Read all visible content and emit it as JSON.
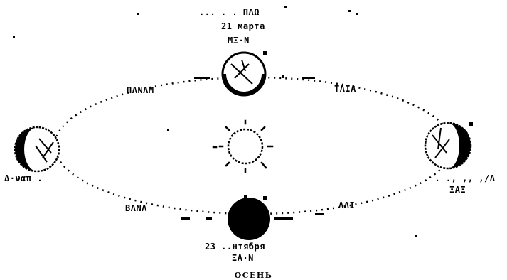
{
  "labels": {
    "top_line1": "... . . ΠΛΩ",
    "top_line2": "21 марта",
    "top_line3": "ΜΞ·Ν",
    "bottom_line1": "23 ..нтября",
    "bottom_line2": "ΞΑ·Ν",
    "left_line1": "Δ·ναπ .",
    "right_line1": ". . ., ,, ,/Λ",
    "right_line2": "ΞΑΞ",
    "orbit_tl": "ΠΛΝΛΜ",
    "orbit_tr": "ΤΛΙΑ",
    "orbit_bl": "ΒΛΝΛ",
    "orbit_br": "ΛΛΙ"
  },
  "caption": "ОСЕНЬ",
  "colors": {
    "ink": "#000000",
    "paper": "#ffffff"
  }
}
